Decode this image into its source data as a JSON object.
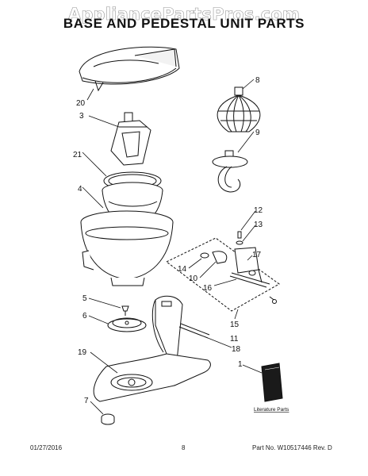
{
  "watermark": "AppliancePartsPros.com",
  "title": "BASE AND PEDESTAL UNIT PARTS",
  "callouts": {
    "c20": "20",
    "c3": "3",
    "c21": "21",
    "c4": "4",
    "c8": "8",
    "c9": "9",
    "c12": "12",
    "c13": "13",
    "c17": "17",
    "c14": "14",
    "c10": "10",
    "c16": "16",
    "c15": "15",
    "c11": "11",
    "c5": "5",
    "c6": "6",
    "c19": "19",
    "c18": "18",
    "c1": "1",
    "c7": "7"
  },
  "literature_label": "Literature Parts",
  "footer": {
    "date": "01/27/2016",
    "page": "8",
    "part_no": "Part No.  W10517446  Rev.  D"
  }
}
